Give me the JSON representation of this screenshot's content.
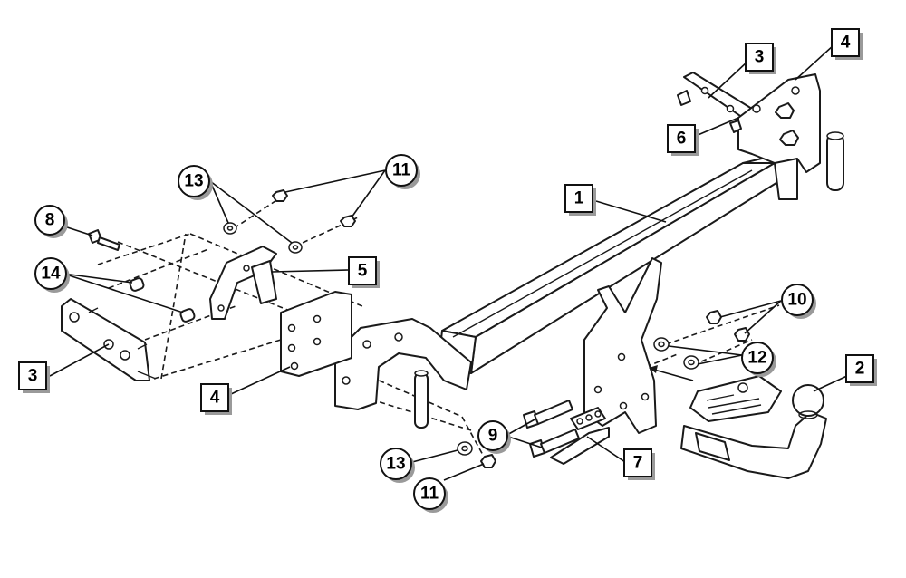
{
  "callouts": {
    "c1": "1",
    "c2": "2",
    "c3a": "3",
    "c3b": "3",
    "c4a": "4",
    "c4b": "4",
    "c5": "5",
    "c6": "6",
    "c7": "7",
    "c8": "8",
    "c9": "9",
    "c10": "10",
    "c11a": "11",
    "c11b": "11",
    "c12": "12",
    "c13a": "13",
    "c13b": "13",
    "c14": "14"
  },
  "colors": {
    "line": "#1a1a1a",
    "label_shadow": "#9a9a9a",
    "background": "#ffffff"
  }
}
